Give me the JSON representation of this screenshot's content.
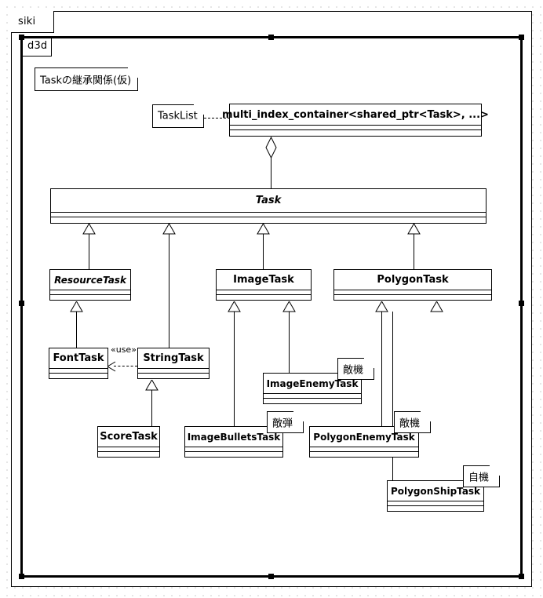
{
  "diagram": {
    "outer_frame_label": "siki",
    "inner_frame_label": "d3d",
    "title_note": "Taskの継承関係(仮)"
  },
  "notes": {
    "tasklist": "TaskList",
    "image_enemy": "敵機",
    "image_bullets": "敵弾",
    "polygon_enemy": "敵機",
    "polygon_ship": "自機"
  },
  "classes": {
    "container": {
      "name": "multi_index_container<shared_ptr<Task>, ...>",
      "abstract": false
    },
    "task": {
      "name": "Task",
      "abstract": true
    },
    "resource_task": {
      "name": "ResourceTask",
      "abstract": true
    },
    "image_task": {
      "name": "ImageTask",
      "abstract": false
    },
    "polygon_task": {
      "name": "PolygonTask",
      "abstract": false
    },
    "font_task": {
      "name": "FontTask",
      "abstract": false
    },
    "string_task": {
      "name": "StringTask",
      "abstract": false
    },
    "score_task": {
      "name": "ScoreTask",
      "abstract": false
    },
    "image_bullets_task": {
      "name": "ImageBulletsTask",
      "abstract": false
    },
    "image_enemy_task": {
      "name": "ImageEnemyTask",
      "abstract": false
    },
    "polygon_enemy_task": {
      "name": "PolygonEnemyTask",
      "abstract": false
    },
    "polygon_ship_task": {
      "name": "PolygonShipTask",
      "abstract": false
    }
  },
  "relations": {
    "use_stereotype": "«use»"
  },
  "colors": {
    "line": "#000000",
    "background": "#ffffff",
    "grid_dot": "#9a9a9a"
  }
}
